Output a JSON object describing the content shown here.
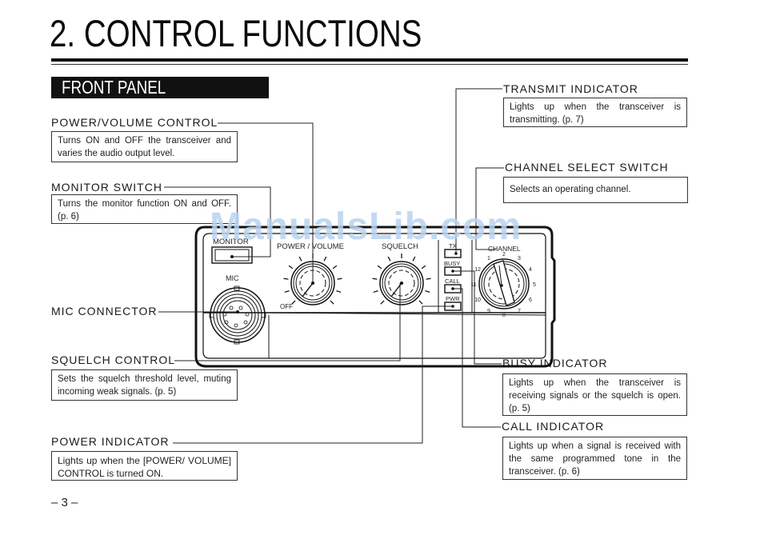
{
  "page": {
    "title": "2. CONTROL FUNCTIONS",
    "section": "FRONT PANEL",
    "page_number": "– 3 –",
    "watermark": "ManualsLib.com"
  },
  "callouts": {
    "power_volume": {
      "label": "POWER/VOLUME CONTROL",
      "desc": "Turns ON and OFF the transceiver and varies the audio output level."
    },
    "monitor": {
      "label": "MONITOR SWITCH",
      "desc": "Turns the monitor function ON and OFF. (p. 6)"
    },
    "mic": {
      "label": "MIC CONNECTOR"
    },
    "squelch": {
      "label": "SQUELCH CONTROL",
      "desc": "Sets the squelch threshold level, muting incoming weak signals. (p. 5)"
    },
    "power_indicator": {
      "label": "POWER INDICATOR",
      "desc": "Lights up when the [POWER/ VOLUME] CONTROL is turned ON."
    },
    "transmit": {
      "label": "TRANSMIT INDICATOR",
      "desc": "Lights up when the transceiver is transmitting. (p. 7)"
    },
    "channel": {
      "label": "CHANNEL SELECT SWITCH",
      "desc": "Selects an operating channel."
    },
    "busy": {
      "label": "BUSY INDICATOR",
      "desc": "Lights up when the transceiver is receiving signals or the squelch is open. (p. 5)"
    },
    "call": {
      "label": "CALL INDICATOR",
      "desc": "Lights up when a signal is received with the same programmed tone in the transceiver. (p. 6)"
    }
  },
  "panel": {
    "monitor": "MONITOR",
    "power_volume": "POWER / VOLUME",
    "squelch": "SQUELCH",
    "mic": "MIC",
    "off": "OFF",
    "channel": "CHANNEL",
    "indicators": [
      "TX",
      "BUSY",
      "CALL",
      "PWR"
    ],
    "channel_numbers": [
      "1",
      "2",
      "3",
      "4",
      "5",
      "6",
      "7",
      "8",
      "9",
      "10",
      "11",
      "12"
    ]
  }
}
